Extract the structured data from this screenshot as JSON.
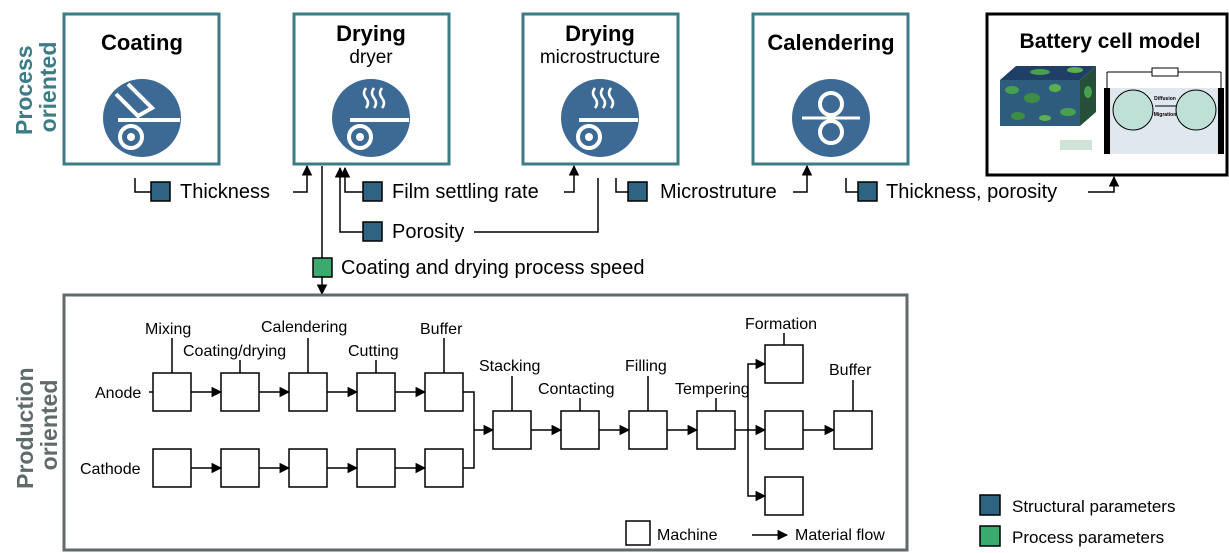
{
  "side_labels": {
    "process": [
      "Process",
      "oriented"
    ],
    "production": [
      "Production",
      "oriented"
    ]
  },
  "process_steps": [
    {
      "title": "Coating",
      "subtitle": ""
    },
    {
      "title": "Drying",
      "subtitle": "dryer"
    },
    {
      "title": "Drying",
      "subtitle": "microstructure"
    },
    {
      "title": "Calendering",
      "subtitle": ""
    }
  ],
  "battery_model": {
    "title": "Battery cell model",
    "diffusion_label": "Diffusion",
    "migration_label": "Migration"
  },
  "parameter_links": {
    "thickness": "Thickness",
    "film_settling_rate": "Film settling rate",
    "porosity": "Porosity",
    "microstructure": "Microstruture",
    "thickness_porosity": "Thickness, porosity",
    "process_speed": "Coating and drying process speed"
  },
  "production": {
    "anode": "Anode",
    "cathode": "Cathode",
    "mixing": "Mixing",
    "coating_drying": "Coating/drying",
    "calendering": "Calendering",
    "cutting": "Cutting",
    "buffer1": "Buffer",
    "stacking": "Stacking",
    "contacting": "Contacting",
    "filling": "Filling",
    "tempering": "Tempering",
    "formation": "Formation",
    "buffer2": "Buffer"
  },
  "legends": {
    "machine": "Machine",
    "material_flow": "Material flow",
    "structural": "Structural parameters",
    "process": "Process parameters"
  },
  "colors": {
    "teal": "#3d7b85",
    "icon_blue": "#3d6a94",
    "structural": "#2e6481",
    "process": "#3aaa6e",
    "gray_frame": "#5f6b6b"
  }
}
